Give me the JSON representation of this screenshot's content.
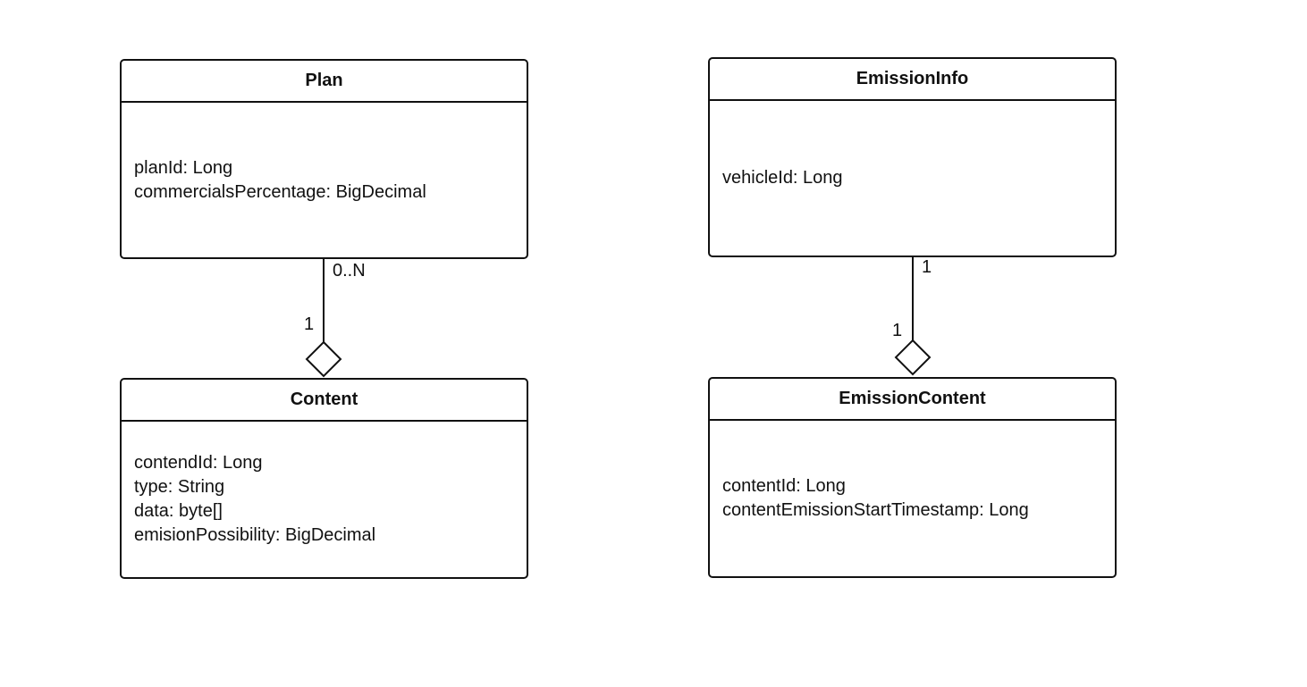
{
  "classes": {
    "plan": {
      "name": "Plan",
      "attributes": [
        "planId: Long",
        "commercialsPercentage: BigDecimal"
      ]
    },
    "content": {
      "name": "Content",
      "attributes": [
        "contendId: Long",
        "type: String",
        "data: byte[]",
        "emisionPossibility: BigDecimal"
      ]
    },
    "emission_info": {
      "name": "EmissionInfo",
      "attributes": [
        "vehicleId: Long"
      ]
    },
    "emission_content": {
      "name": "EmissionContent",
      "attributes": [
        "contentId: Long",
        "contentEmissionStartTimestamp: Long"
      ]
    }
  },
  "associations": {
    "plan_content": {
      "type": "aggregation",
      "source": "Plan",
      "target": "Content",
      "source_multiplicity": "0..N",
      "target_multiplicity": "1"
    },
    "emissioninfo_emissioncontent": {
      "type": "aggregation",
      "source": "EmissionInfo",
      "target": "EmissionContent",
      "source_multiplicity": "1",
      "target_multiplicity": "1"
    }
  }
}
